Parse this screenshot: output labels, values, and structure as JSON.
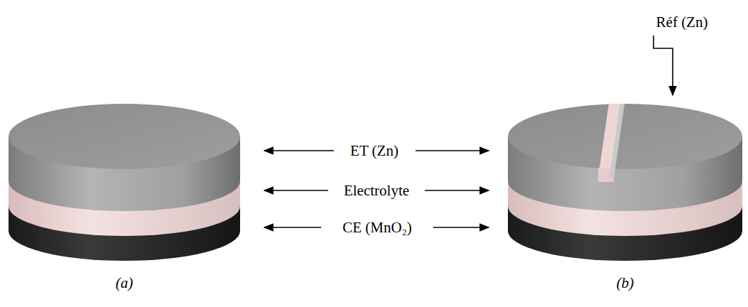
{
  "diagram": {
    "labels": [
      "ET (Zn)",
      "Electrolyte",
      "CE (MnO₂)",
      "Réf (Zn)",
      "(a)",
      "(b)"
    ]
  }
}
